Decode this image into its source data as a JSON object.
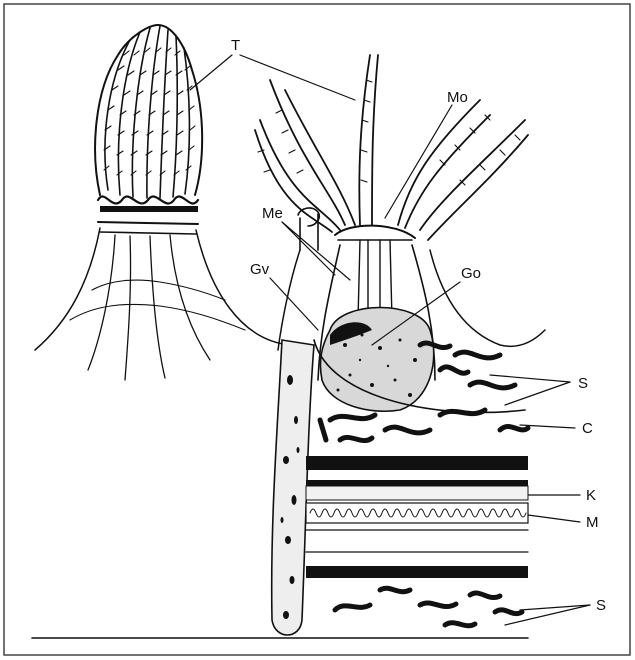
{
  "figure": {
    "colors": {
      "ink": "#111111",
      "paper": "#ffffff",
      "frame": "#444444"
    },
    "labels": {
      "T": "T",
      "Mo": "Mo",
      "Me": "Me",
      "Gv": "Gv",
      "Go": "Go",
      "S_upper": "S",
      "C": "C",
      "K": "K",
      "M": "M",
      "S_lower": "S"
    }
  }
}
